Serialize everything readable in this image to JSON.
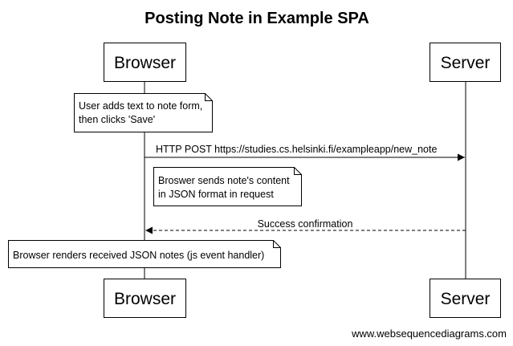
{
  "title": "Posting Note in Example SPA",
  "participants": {
    "browser": "Browser",
    "server": "Server"
  },
  "notes": {
    "note1_line1": "User adds text to note form,",
    "note1_line2": "then clicks 'Save'",
    "note2_line1": "Broswer sends note's content",
    "note2_line2": "in JSON format in request",
    "note3_line1": "Browser renders received JSON notes (js event handler)"
  },
  "messages": {
    "post_request": "HTTP POST https://studies.cs.helsinki.fi/exampleapp/new_note",
    "success_response": "Success confirmation"
  },
  "credit": "www.websequencediagrams.com"
}
